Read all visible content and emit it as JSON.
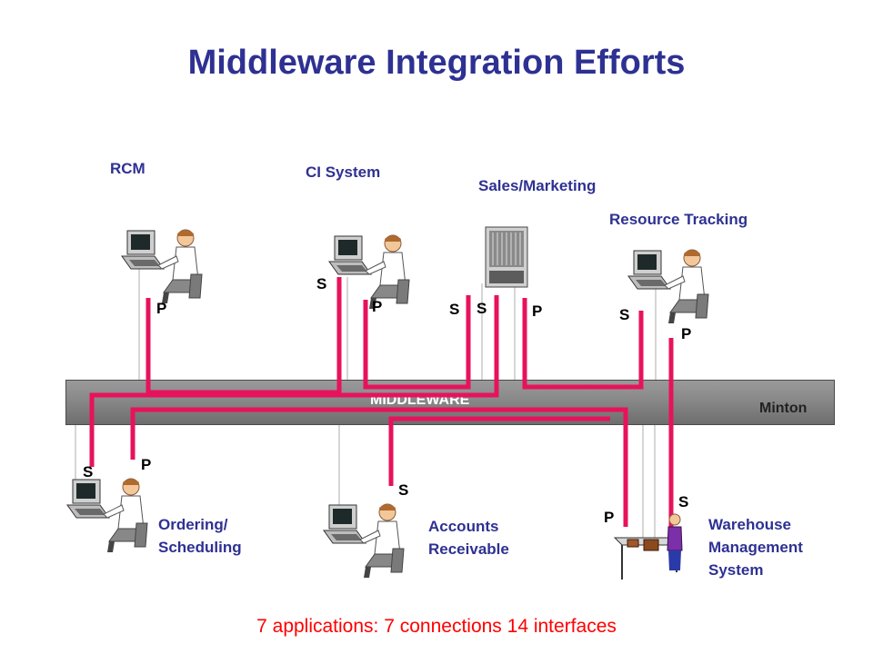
{
  "title": "Middleware Integration Efforts",
  "bus": {
    "label": "MIDDLEWARE",
    "owner": "Minton"
  },
  "applications": {
    "rcm": {
      "name": "RCM"
    },
    "ci": {
      "name": "CI System"
    },
    "sales": {
      "name": "Sales/Marketing"
    },
    "resource": {
      "name": "Resource Tracking"
    },
    "ordering": {
      "name_line1": "Ordering/",
      "name_line2": "Scheduling"
    },
    "accounts": {
      "name_line1": "Accounts",
      "name_line2": "Receivable"
    },
    "warehouse": {
      "name_line1": "Warehouse",
      "name_line2": "Management",
      "name_line3": "System"
    }
  },
  "marks": {
    "rcm_p": "P",
    "ci_s": "S",
    "ci_p": "P",
    "sales_s1": "S",
    "sales_s2": "S",
    "sales_p": "P",
    "resource_s": "S",
    "resource_p": "P",
    "ordering_s": "S",
    "ordering_p": "P",
    "accounts_s": "S",
    "warehouse_p": "P",
    "warehouse_s": "S"
  },
  "footer": "7 applications: 7 connections 14 interfaces",
  "colors": {
    "title": "#2e3192",
    "connector": "#e8125c",
    "footer": "#ff0000",
    "bus": "#8a8a8a"
  }
}
